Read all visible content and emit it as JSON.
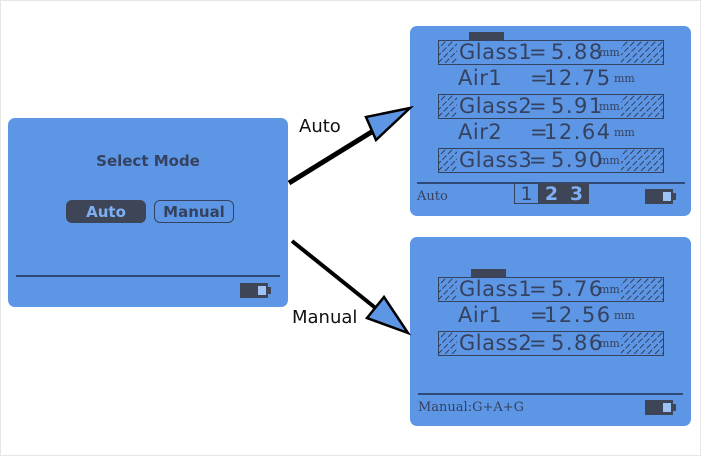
{
  "colors": {
    "lcd_background": "#5e96e6",
    "lcd_ink": "#34425f",
    "selected_fill": "#3d4556",
    "selected_text": "#7fb0f5",
    "arrow_fill": "#5e96e6",
    "arrow_line": "#000000"
  },
  "select_screen": {
    "title": "Select Mode",
    "options": [
      {
        "label": "Auto",
        "selected": true
      },
      {
        "label": "Manual",
        "selected": false
      }
    ],
    "battery_icon": "battery-icon"
  },
  "arrows": {
    "auto_label": "Auto",
    "manual_label": "Manual"
  },
  "auto_screen": {
    "rows": [
      {
        "label": "Glass1",
        "eq": "=",
        "value": "5.88",
        "unit": "mm",
        "boxed": true
      },
      {
        "label": "Air1",
        "eq": "=",
        "value": "12.75",
        "unit": "mm",
        "boxed": false
      },
      {
        "label": "Glass2",
        "eq": "=",
        "value": "5.91",
        "unit": "mm",
        "boxed": true
      },
      {
        "label": "Air2",
        "eq": "=",
        "value": "12.64",
        "unit": "mm",
        "boxed": false
      },
      {
        "label": "Glass3",
        "eq": "=",
        "value": "5.90",
        "unit": "mm",
        "boxed": true
      }
    ],
    "status": "Auto",
    "pages": [
      "1",
      "2",
      "3"
    ],
    "active_pages": [
      "2",
      "3"
    ],
    "battery_icon": "battery-icon"
  },
  "manual_screen": {
    "rows": [
      {
        "label": "Glass1",
        "eq": "=",
        "value": "5.76",
        "unit": "mm",
        "boxed": true
      },
      {
        "label": "Air1",
        "eq": "=",
        "value": "12.56",
        "unit": "mm",
        "boxed": false
      },
      {
        "label": "Glass2",
        "eq": "=",
        "value": "5.86",
        "unit": "mm",
        "boxed": true
      }
    ],
    "status": "Manual:G+A+G",
    "battery_icon": "battery-icon"
  }
}
